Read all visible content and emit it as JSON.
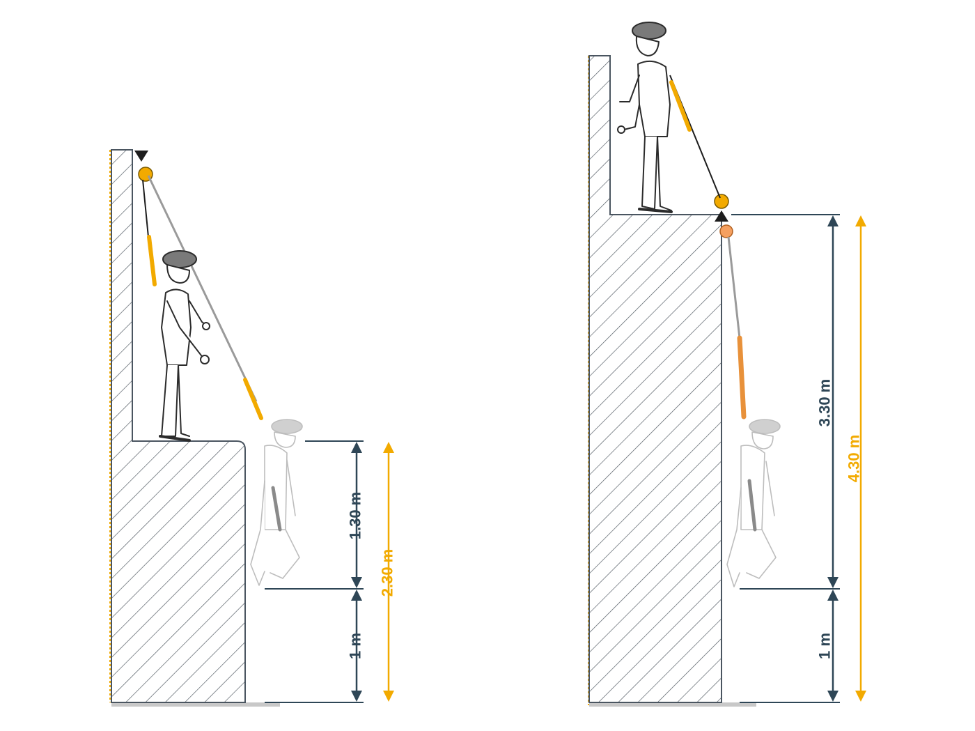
{
  "colors": {
    "dimension_dark": "#2e4656",
    "dimension_accent": "#f2aa00",
    "lanyard_orange": "#f2aa00",
    "rope_gray": "#9a9a9a",
    "wall_stroke": "#4a5560",
    "hatch": "#555e66",
    "ground": "#c8c8c8"
  },
  "left_scenario": {
    "dim_fall": "1.30 m",
    "dim_clearance": "1 m",
    "dim_total": "2.30 m"
  },
  "right_scenario": {
    "dim_fall": "3.30 m",
    "dim_clearance": "1 m",
    "dim_total": "4.30 m"
  }
}
